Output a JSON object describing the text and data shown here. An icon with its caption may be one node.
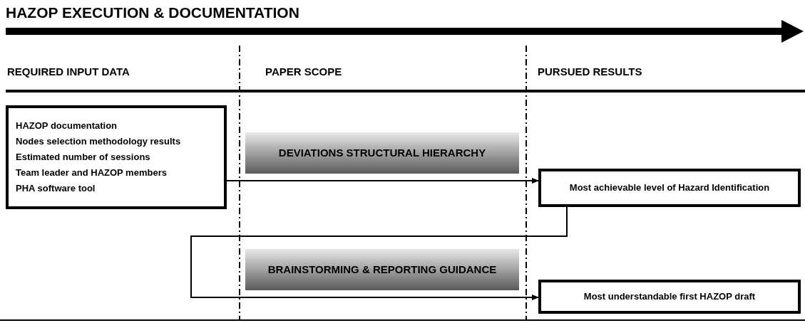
{
  "diagram": {
    "title": "HAZOP EXECUTION & DOCUMENTATION",
    "nodes": [
      {
        "text": [
          "HAZOP documentation",
          "Nodes selection methodology results",
          "Estimated number of sessions",
          "Team leader and HAZOP members",
          "PHA software tool"
        ]
      },
      {
        "text": [
          "DEVIATIONS STRUCTURAL HIERARCHY"
        ]
      },
      {
        "text": [
          "Most achievable level of Hazard Identification"
        ]
      },
      {
        "text": [
          "BRAINSTORMING & REPORTING GUIDANCE"
        ]
      },
      {
        "text": [
          "Most understandable first HAZOP draft"
        ]
      }
    ],
    "edges": [
      {
        "from": 0,
        "to": 2,
        "arrow": "to"
      },
      {
        "from": 2,
        "to": 4,
        "arrow": "to"
      }
    ],
    "labels": [
      "REQUIRED INPUT DATA",
      "PAPER SCOPE",
      "PURSUED RESULTS"
    ]
  }
}
